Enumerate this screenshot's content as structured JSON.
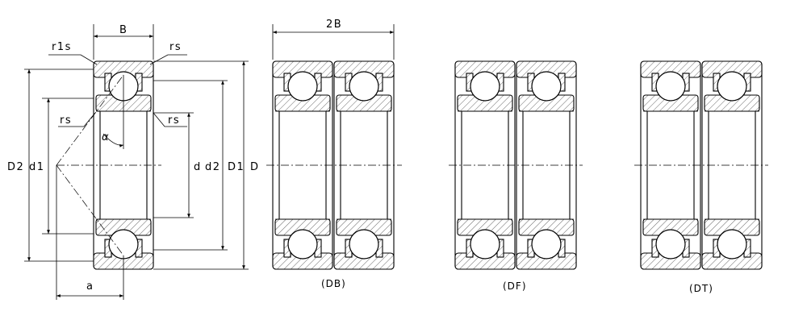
{
  "labels": {
    "B": "B",
    "two_b": "2B",
    "r1s": "r1s",
    "rs_top": "rs",
    "rs_left": "rs",
    "rs_right": "rs",
    "alpha": "α",
    "a": "a",
    "D2": "D2",
    "d1": "d1",
    "d": "d",
    "d2": "d2",
    "D1": "D1",
    "D": "D"
  },
  "captions": {
    "db": "(DB)",
    "df": "(DF)",
    "dt": "(DT)"
  }
}
